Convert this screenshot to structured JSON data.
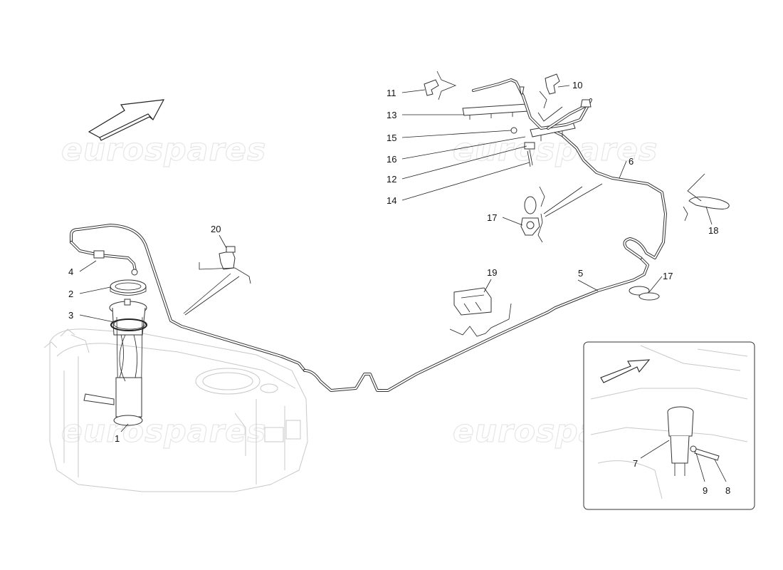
{
  "watermark": "eurospares",
  "callouts": {
    "c1": "1",
    "c2": "2",
    "c3": "3",
    "c4": "4",
    "c5": "5",
    "c6": "6",
    "c7": "7",
    "c8": "8",
    "c9": "9",
    "c10": "10",
    "c11": "11",
    "c12": "12",
    "c13": "13",
    "c14": "14",
    "c15": "15",
    "c16": "16",
    "c17a": "17",
    "c17b": "17",
    "c18": "18",
    "c19": "19",
    "c20": "20"
  }
}
